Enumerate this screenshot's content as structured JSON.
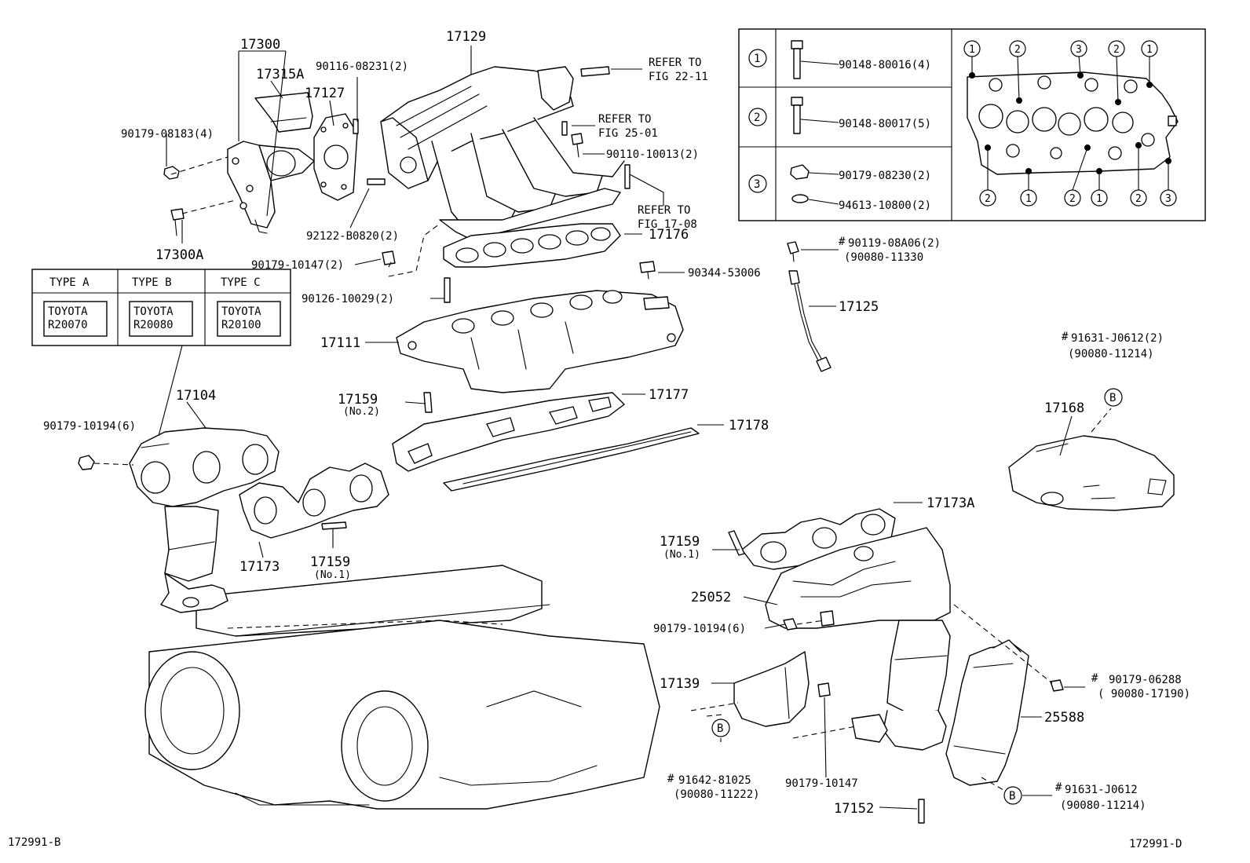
{
  "footer": {
    "left": "172991-B",
    "right": "172991-D"
  },
  "parts": {
    "p17300": "17300",
    "p17315A": "17315A",
    "p90116": "90116-08231(2)",
    "p17127": "17127",
    "p17129": "17129",
    "p90179_08183": "90179-08183(4)",
    "p17300A": "17300A",
    "p92122": "92122-B0820(2)",
    "p90179_10147a": "90179-10147(2)",
    "p90126": "90126-10029(2)",
    "p17111": "17111",
    "p17176": "17176",
    "p90344": "90344-53006",
    "p90110": "90110-10013(2)",
    "p17159_no2": "17159",
    "no2": "(No.2)",
    "p17177": "17177",
    "p17178": "17178",
    "p17104": "17104",
    "p90179_10194a": "90179-10194(6)",
    "p17173": "17173",
    "p17159_no1a": "17159",
    "no1a": "(No.1)",
    "p90119": "90119-08A06(2)",
    "p90119_alt": "(90080-11330",
    "p17125": "17125",
    "p91631_2": "91631-J0612(2)",
    "p91631_2_alt": "(90080-11214)",
    "p17168": "17168",
    "p17173A": "17173A",
    "p17159_no1b": "17159",
    "no1b": "(No.1)",
    "p25052": "25052",
    "p90179_10194b": "90179-10194(6)",
    "p17139": "17139",
    "p90179_06288": "90179-06288",
    "p90179_06288_alt": "( 90080-17190)",
    "p25588": "25588",
    "p91642": "91642-81025",
    "p91642_alt": "(90080-11222)",
    "p90179_10147b": "90179-10147",
    "p91631": "91631-J0612",
    "p91631_alt": "(90080-11214)",
    "p17152": "17152",
    "hash": "#"
  },
  "refer": {
    "fig22": [
      "REFER TO",
      "FIG 22-11"
    ],
    "fig25": [
      "REFER TO",
      "FIG 25-01"
    ],
    "fig17": [
      "REFER TO",
      "FIG 17-08"
    ]
  },
  "type_table": {
    "headers": [
      "TYPE A",
      "TYPE B",
      "TYPE C"
    ],
    "stamps": [
      [
        "TOYOTA",
        "R20070"
      ],
      [
        "TOYOTA",
        "R20080"
      ],
      [
        "TOYOTA",
        "R20100"
      ]
    ]
  },
  "bolt_table": {
    "rows": [
      {
        "key": "1",
        "parts": [
          "90148-80016(4)"
        ]
      },
      {
        "key": "2",
        "parts": [
          "90148-80017(5)"
        ]
      },
      {
        "key": "3",
        "parts": [
          "90179-08230(2)",
          "94613-10800(2)"
        ]
      }
    ],
    "top_markers": [
      "1",
      "2",
      "3",
      "2",
      "1"
    ],
    "bottom_markers": [
      "2",
      "1",
      "2",
      "1",
      "2",
      "3"
    ]
  },
  "markers": {
    "b": "B"
  }
}
